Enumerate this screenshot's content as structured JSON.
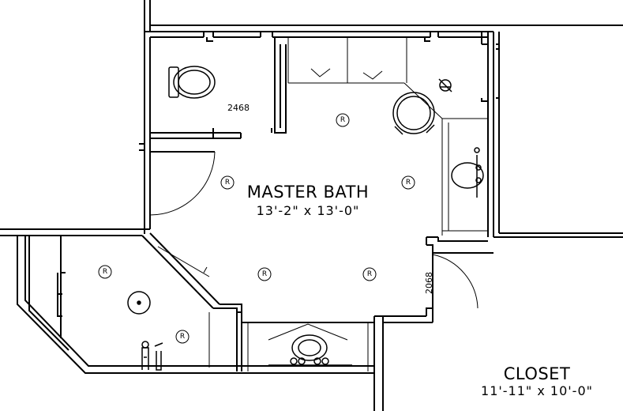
{
  "rooms": {
    "master_bath": {
      "name": "MASTER BATH",
      "dimensions": "13'-2\" x 13'-0\""
    },
    "closet": {
      "name": "CLOSET",
      "dimensions": "11'-11\" x 10'-0\""
    }
  },
  "door_tags": {
    "toilet_room_door": "2468",
    "closet_door": "2068"
  },
  "fixture_tag_symbol": "R",
  "colors": {
    "line": "#000000",
    "background": "#ffffff"
  }
}
